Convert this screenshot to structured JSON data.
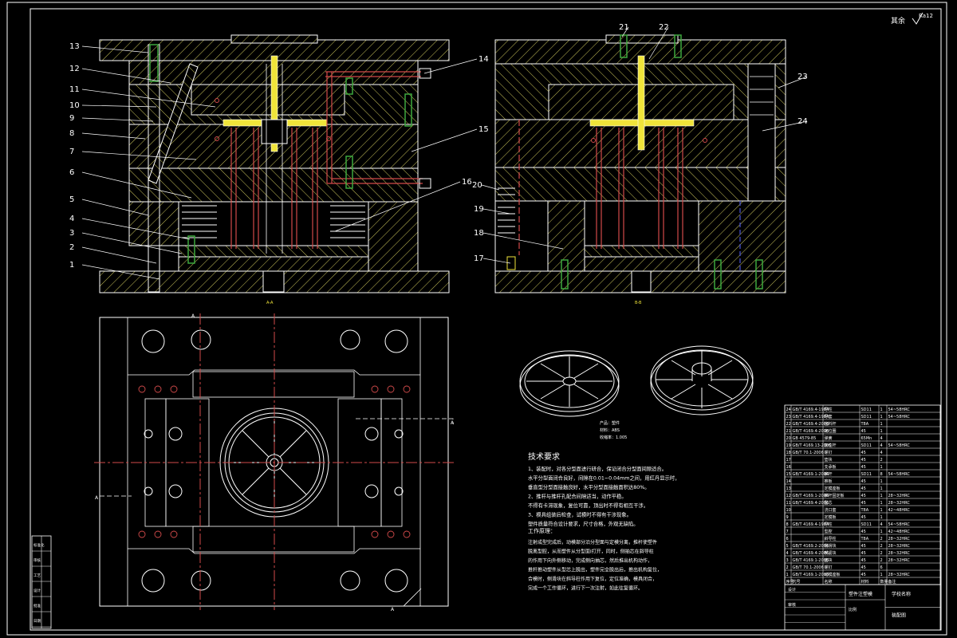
{
  "drawing": {
    "roughness_note": "其余",
    "roughness_value": "Ra12",
    "callouts_left": [
      "1",
      "2",
      "3",
      "4",
      "5",
      "6",
      "7",
      "8",
      "9",
      "10",
      "11",
      "12",
      "13",
      "14",
      "15",
      "16"
    ],
    "callouts_right": [
      "17",
      "18",
      "19",
      "20",
      "21",
      "22",
      "23",
      "24"
    ],
    "section_label_left": "A-A",
    "section_label_right": "B-B",
    "view_marker": "A",
    "product_info": [
      "产品：塑件",
      "材料：ABS",
      "收缩率：1.005"
    ],
    "tech_title": "技术要求",
    "tech_lines": [
      "1、装配时，对各分型面进行研合，保证闭合分型面间隙适合。",
      "水平分型面闭合良好，间隙在0.01~0.04mm之间，用红丹显示时，",
      "垂直型分型面接触良好，水平分型面接触面积达80%。",
      "2、推杆与推杆孔配合间隙适当，动作平稳。",
      "不得有卡滞现象，复位可靠，顶出时不得有相互干涉。",
      "3、模具组装后检查，试模时不得有干涉现象。",
      "塑件质量符合设计要求，尺寸合格，外观无缺陷。"
    ],
    "work_title": "工作原理：",
    "work_lines": [
      "注射成型完成后，动模部分沿分型面与定模分离，推杆使塑件",
      "脱离型腔，从而塑件从分型面Ⅰ打开，同时，侧抽芯在斜导柱",
      "的作用下向外侧移动，完成侧向抽芯，然后推出机构动作，",
      "推杆推动塑件从型芯上脱出，塑件完全脱出后，推出机构复位，",
      "合模时，侧滑块在斜导柱作用下复位，定位准确，模具闭合，",
      "完成一个工作循环，进行下一次注射，如此往复循环。"
    ],
    "bom": {
      "rows": [
        [
          "24",
          "GB/T 4169.4-1984",
          "导柱",
          "SD11",
          "1",
          "54~58HRC"
        ],
        [
          "23",
          "GB/T 4169.4-1984",
          "导套",
          "SD11",
          "1",
          "54~58HRC"
        ],
        [
          "22",
          "GB/T 4169.4-2006",
          "拉料杆",
          "T8A",
          "1",
          ""
        ],
        [
          "21",
          "GB/T 4169.4-2006",
          "定位圈",
          "45",
          "1",
          ""
        ],
        [
          "20",
          "GB 4579-85",
          "弹簧",
          "65Mn",
          "4",
          ""
        ],
        [
          "19",
          "GB/T 4169.13-2006",
          "复位杆",
          "SD11",
          "4",
          "54~58HRC"
        ],
        [
          "18",
          "GB/T 70.1-2006",
          "螺钉",
          "45",
          "4",
          ""
        ],
        [
          "17",
          "",
          "垫块",
          "45",
          "2",
          ""
        ],
        [
          "16",
          "",
          "支承板",
          "45",
          "1",
          ""
        ],
        [
          "15",
          "GB/T 4169.1-2006",
          "推杆",
          "SD11",
          "8",
          "54~58HRC"
        ],
        [
          "14",
          "",
          "推板",
          "45",
          "1",
          ""
        ],
        [
          "13",
          "",
          "定模座板",
          "45",
          "1",
          ""
        ],
        [
          "12",
          "GB/T 4169.1-2006",
          "推杆固定板",
          "45",
          "1",
          "28~32HRC"
        ],
        [
          "11",
          "GB/T 4169.4-2006",
          "型芯",
          "45",
          "1",
          "28~32HRC"
        ],
        [
          "10",
          "",
          "浇口套",
          "T8A",
          "1",
          "42~48HRC"
        ],
        [
          "9",
          "",
          "定模板",
          "45",
          "1",
          ""
        ],
        [
          "8",
          "GB/T 4169.4-1984",
          "导柱",
          "SD11",
          "4",
          "54~58HRC"
        ],
        [
          "7",
          "",
          "型腔",
          "45",
          "1",
          "42~48HRC"
        ],
        [
          "6",
          "",
          "斜导柱",
          "T8A",
          "2",
          "28~32HRC"
        ],
        [
          "5",
          "GB/T 4169.2-2006",
          "侧滑块",
          "45",
          "2",
          "28~32HRC"
        ],
        [
          "4",
          "GB/T 4169.4-2006",
          "楔紧块",
          "45",
          "2",
          "28~32HRC"
        ],
        [
          "3",
          "GB/T 4169.1-2006",
          "垫块",
          "45",
          "2",
          "28~32HRC"
        ],
        [
          "2",
          "GB/T 70.1-2006",
          "螺钉",
          "45",
          "6",
          ""
        ],
        [
          "1",
          "GB/T 4169.1-2006",
          "动模座板",
          "45",
          "1",
          "28~32HRC"
        ]
      ],
      "header": [
        "序号",
        "代号",
        "名称",
        "材料",
        "数量",
        "备注"
      ],
      "title_block": {
        "drawing_name": "塑件注塑模",
        "school": "学校名称",
        "scale_label": "比例",
        "sheet_label": "装配图",
        "designer_label": "设计",
        "checker_label": "审核"
      }
    },
    "left_strip": [
      "标准化",
      "审核",
      "工艺",
      "设计",
      "批准",
      "日期"
    ]
  }
}
